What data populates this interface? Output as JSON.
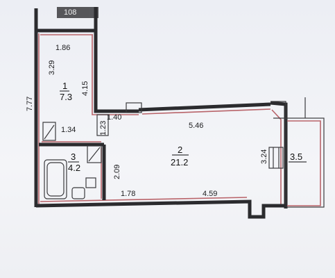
{
  "header": {
    "tag": "108"
  },
  "dimensions": {
    "hall_width_top": "1.86",
    "hall_depth_left": "3.29",
    "hall_inner_right": "4.15",
    "outer_left": "7.77",
    "main_left_width": "1.40",
    "main_top_width": "5.46",
    "bath_width": "1.34",
    "step_height": "1.23",
    "main_bottom_left": "1.78",
    "main_bottom_right": "4.59",
    "bath_depth": "2.09",
    "main_right_depth": "3.24"
  },
  "rooms": {
    "hall": {
      "number": "1",
      "area": "7.3"
    },
    "bath": {
      "number": "3",
      "area": "4.2"
    },
    "main": {
      "number": "2",
      "area": "21.2"
    },
    "balcony": {
      "area": "3.5"
    }
  },
  "colors": {
    "wall": "#2b2b2e",
    "wall_accent": "#b9646a"
  }
}
